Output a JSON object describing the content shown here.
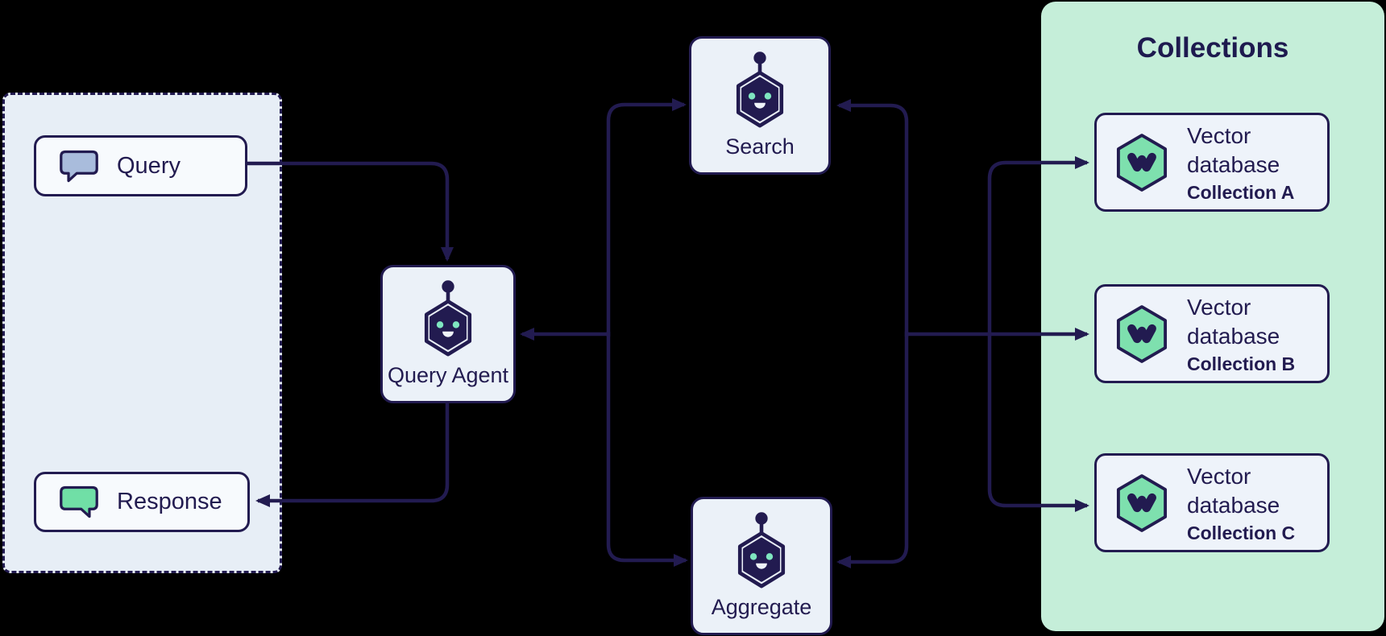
{
  "colors": {
    "ink": "#221b50",
    "background": "#000000",
    "client_panel_bg": "#e7eef6",
    "agent_box_bg": "#ebf1f8",
    "chat_card_bg": "#f7fafd",
    "collections_panel_bg": "#c5eed9",
    "hexagon_green": "#7ee0ae",
    "eye_teal": "#7fe6c0",
    "query_bubble_fill": "#a9bcdc",
    "response_bubble_fill": "#70dfa6"
  },
  "client": {
    "query_label": "Query",
    "response_label": "Response"
  },
  "agents": {
    "query_agent_label": "Query Agent",
    "search_label": "Search",
    "aggregate_label": "Aggregate"
  },
  "collections": {
    "title": "Collections",
    "items": [
      {
        "name": "Vector database",
        "subtitle": "Collection A"
      },
      {
        "name": "Vector database",
        "subtitle": "Collection B"
      },
      {
        "name": "Vector database",
        "subtitle": "Collection C"
      }
    ]
  }
}
